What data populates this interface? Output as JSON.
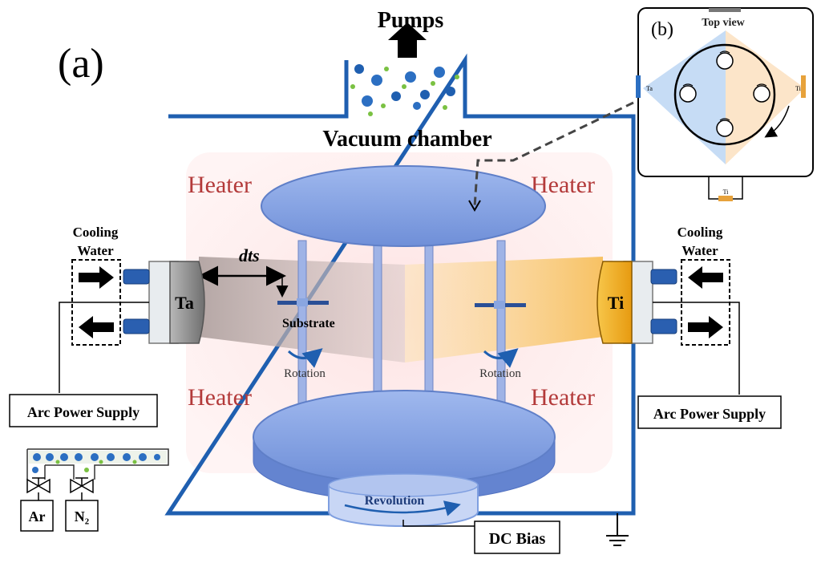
{
  "panel_a": {
    "label": "(a)",
    "pumps": "Pumps",
    "vacuum_chamber": "Vacuum chamber",
    "heaters": [
      "Heater",
      "Heater",
      "Heater",
      "Heater"
    ],
    "cooling_water_left": [
      "Cooling",
      "Water"
    ],
    "cooling_water_right": [
      "Cooling",
      "Water"
    ],
    "target_left": "Ta",
    "target_right": "Ti",
    "dts": "dts",
    "substrate": "Substrate",
    "rotation_left": "Rotation",
    "rotation_right": "Rotation",
    "revolution": "Revolution",
    "arc_power_left": "Arc Power Supply",
    "arc_power_right": "Arc Power Supply",
    "dc_bias": "DC Bias",
    "gas_ar": "Ar",
    "gas_n2": "N₂"
  },
  "panel_b": {
    "label": "(b)",
    "top_view": "Top view",
    "target_left": "Ta",
    "target_right": "Ti",
    "target_bottom": "Ti"
  },
  "colors": {
    "chamber": "#1f5fb0",
    "heater_text": "#b33a3a",
    "table": "#7f9fe0",
    "ta_beam": "#b8a8a6",
    "ti_beam": "#f6c56b",
    "ti_target": "#f3b12a",
    "ta_target": "#8a8a8a"
  }
}
